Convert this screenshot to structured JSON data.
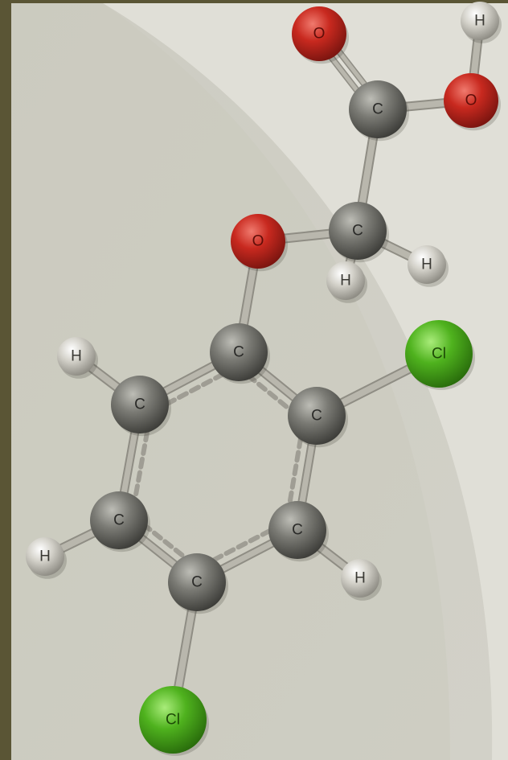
{
  "molecule": {
    "palette": {
      "carbon": "#6f6f69",
      "oxygen": "#c2281f",
      "hydrogen": "#d2d0c8",
      "chlorine": "#4fb21e",
      "bond": "#b9b7ad",
      "frame": "#5a5535",
      "background": "#dddcd4",
      "arc": "#c9c7bb"
    },
    "atoms": [
      {
        "id": "o1",
        "element": "oxygen",
        "label": "O"
      },
      {
        "id": "h1",
        "element": "hydrogen",
        "label": "H"
      },
      {
        "id": "c1",
        "element": "carbon",
        "label": "C"
      },
      {
        "id": "o2",
        "element": "oxygen",
        "label": "O"
      },
      {
        "id": "o3",
        "element": "oxygen",
        "label": "O"
      },
      {
        "id": "c2",
        "element": "carbon",
        "label": "C"
      },
      {
        "id": "h2",
        "element": "hydrogen",
        "label": "H"
      },
      {
        "id": "h3",
        "element": "hydrogen",
        "label": "H"
      },
      {
        "id": "h4",
        "element": "hydrogen",
        "label": "H"
      },
      {
        "id": "c3",
        "element": "carbon",
        "label": "C"
      },
      {
        "id": "cl1",
        "element": "chlorine",
        "label": "Cl"
      },
      {
        "id": "c4",
        "element": "carbon",
        "label": "C"
      },
      {
        "id": "c5",
        "element": "carbon",
        "label": "C"
      },
      {
        "id": "c6",
        "element": "carbon",
        "label": "C"
      },
      {
        "id": "c7",
        "element": "carbon",
        "label": "C"
      },
      {
        "id": "h5",
        "element": "hydrogen",
        "label": "H"
      },
      {
        "id": "c8",
        "element": "carbon",
        "label": "C"
      },
      {
        "id": "h6",
        "element": "hydrogen",
        "label": "H"
      },
      {
        "id": "cl2",
        "element": "chlorine",
        "label": "Cl"
      }
    ],
    "bonds": [
      {
        "from": "o1",
        "to": "c1",
        "order": 2
      },
      {
        "from": "c1",
        "to": "o2",
        "order": 1
      },
      {
        "from": "o2",
        "to": "h1",
        "order": 1
      },
      {
        "from": "c1",
        "to": "c2",
        "order": 1
      },
      {
        "from": "c2",
        "to": "o3",
        "order": 1
      },
      {
        "from": "c2",
        "to": "h2",
        "order": 1
      },
      {
        "from": "c2",
        "to": "h3",
        "order": 1
      },
      {
        "from": "o3",
        "to": "c3",
        "order": 1
      },
      {
        "from": "c3",
        "to": "c4",
        "order": 1.5
      },
      {
        "from": "c3",
        "to": "c5",
        "order": 1.5
      },
      {
        "from": "c5",
        "to": "cl1",
        "order": 1
      },
      {
        "from": "c4",
        "to": "h4",
        "order": 1
      },
      {
        "from": "c4",
        "to": "c6",
        "order": 1.5
      },
      {
        "from": "c6",
        "to": "h5",
        "order": 1
      },
      {
        "from": "c6",
        "to": "c8",
        "order": 1.5
      },
      {
        "from": "c5",
        "to": "c7",
        "order": 1.5
      },
      {
        "from": "c7",
        "to": "c8",
        "order": 1.5
      },
      {
        "from": "c7",
        "to": "h6",
        "order": 1
      },
      {
        "from": "c8",
        "to": "cl2",
        "order": 1
      }
    ]
  }
}
